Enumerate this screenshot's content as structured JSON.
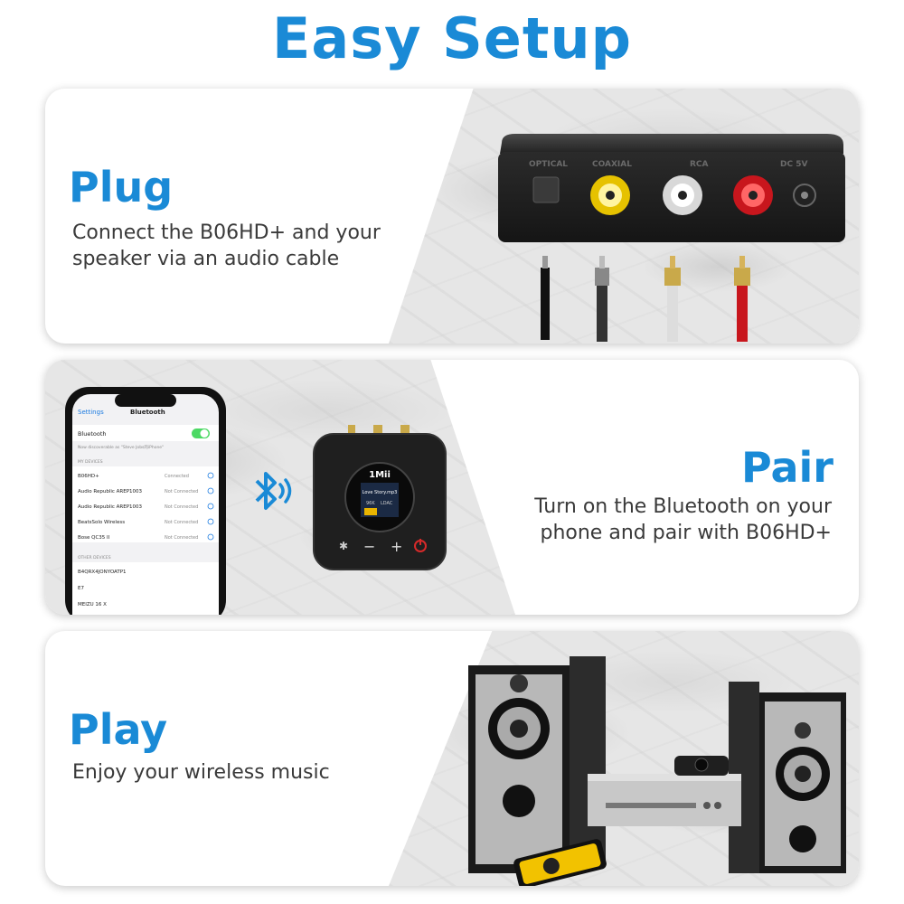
{
  "page": {
    "title": "Easy Setup"
  },
  "steps": [
    {
      "title": "Plug",
      "description": "Connect the B06HD+ and your speaker via an audio cable"
    },
    {
      "title": "Pair",
      "description": "Turn on the Bluetooth on your phone and pair with B06HD+"
    },
    {
      "title": "Play",
      "description": "Enjoy your wireless music"
    }
  ],
  "device_back_panel": {
    "labels": [
      "OPTICAL",
      "COAXIAL",
      "RCA",
      "DC 5V"
    ]
  },
  "phone_screen": {
    "back_label": "Settings",
    "header_title": "Bluetooth",
    "toggle_label": "Bluetooth",
    "discoverable_text": "Now discoverable as \"Steve Jobs的iPhone\"",
    "my_devices_header": "MY DEVICES",
    "my_devices": [
      {
        "name": "B06HD+",
        "status": "Connected"
      },
      {
        "name": "Audio Republic AREP1003",
        "status": "Not Connected"
      },
      {
        "name": "Audio Republic AREP1003",
        "status": "Not Connected"
      },
      {
        "name": "BeatsSolo Wireless",
        "status": "Not Connected"
      },
      {
        "name": "Bose QC35 II",
        "status": "Not Connected"
      }
    ],
    "other_devices_header": "OTHER DEVICES",
    "other_devices": [
      "B4QRX4JONYOATP1",
      "E7",
      "MEIZU 16 X"
    ]
  },
  "receiver": {
    "logo": "1Mii",
    "screen_track": "Love Story.mp3",
    "screen_codec": "LDAC",
    "screen_rate": "96K"
  },
  "colors": {
    "accent": "#1a8ad6",
    "text": "#3a3a3a"
  },
  "icons": {
    "bluetooth": "bluetooth-icon"
  }
}
